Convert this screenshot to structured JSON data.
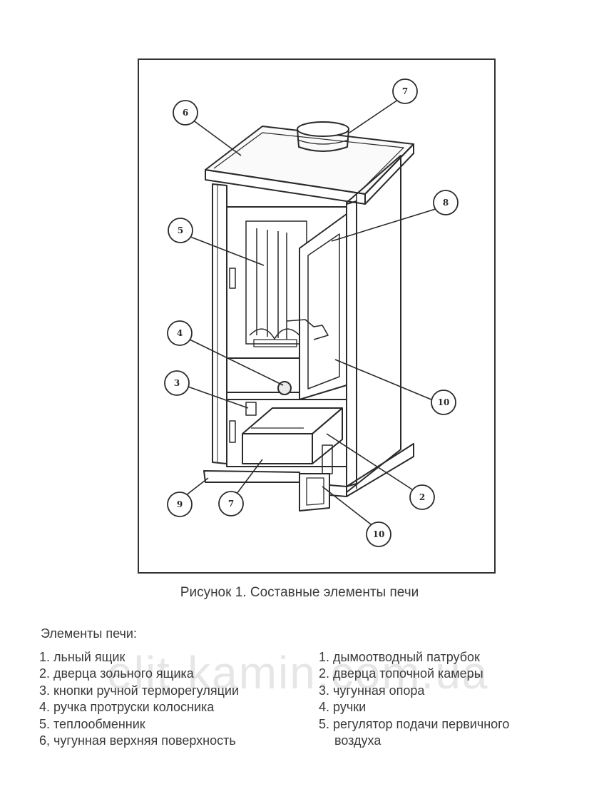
{
  "figure": {
    "caption": "Рисунок 1. Составные элементы печи",
    "callouts": [
      "7",
      "6",
      "8",
      "5",
      "4",
      "10",
      "3",
      "2",
      "9",
      "7",
      "10"
    ]
  },
  "list": {
    "title": "Элементы печи:",
    "left": [
      "1. льный ящик",
      "2. дверца зольного ящика",
      "3. кнопки ручной терморегуляции",
      "4. ручка протруски колосника",
      "5. теплообменник",
      "6, чугунная верхняя поверхность"
    ],
    "right": [
      "1. дымоотводный патрубок",
      "2. дверца топочной камеры",
      "3. чугунная опора",
      "4. ручки",
      "5. регулятор подачи первичного",
      "воздуха"
    ]
  },
  "watermark": "elit-kamin.com.ua"
}
